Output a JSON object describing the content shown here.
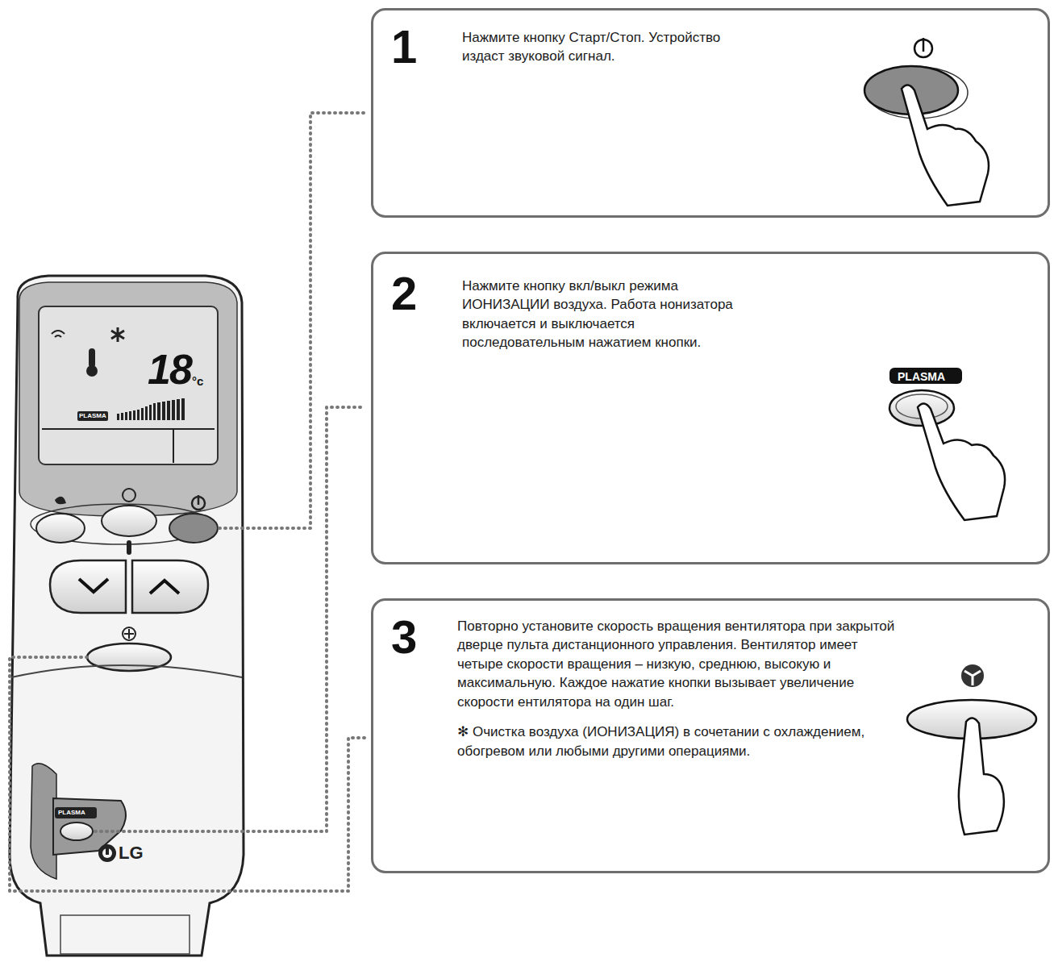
{
  "diagram": {
    "nodes": [
      {
        "text": [
          "1",
          "Нажмите кнопку Старт/Стоп. Устройство издаст звуковой сигнал."
        ]
      },
      {
        "text": [
          "2",
          "Нажмите кнопку вкл/выкл режима ИОНИЗАЦИИ воздуха. Работа нонизатора включается и выключается последовательным нажатием кнопки."
        ]
      },
      {
        "text": [
          "3",
          "Повторно установите скорость вращения вентилятора при закрытой дверце пульта дистанционного управления. Вентилятор имеет четыре скорости вращения – низкую, среднюю, высокую и максимальную. Каждое нажатие кнопки вызывает увеличение скорости ентилятора на один шаг.",
          "✻ Очистка воздуха (ИОНИЗАЦИЯ) в сочетании с охлаждением, обогревом или любыми другими операциями."
        ]
      }
    ],
    "labels": [
      "18",
      "°c",
      "PLASMA",
      "PLASMA",
      "PLASMA",
      "LG"
    ]
  }
}
